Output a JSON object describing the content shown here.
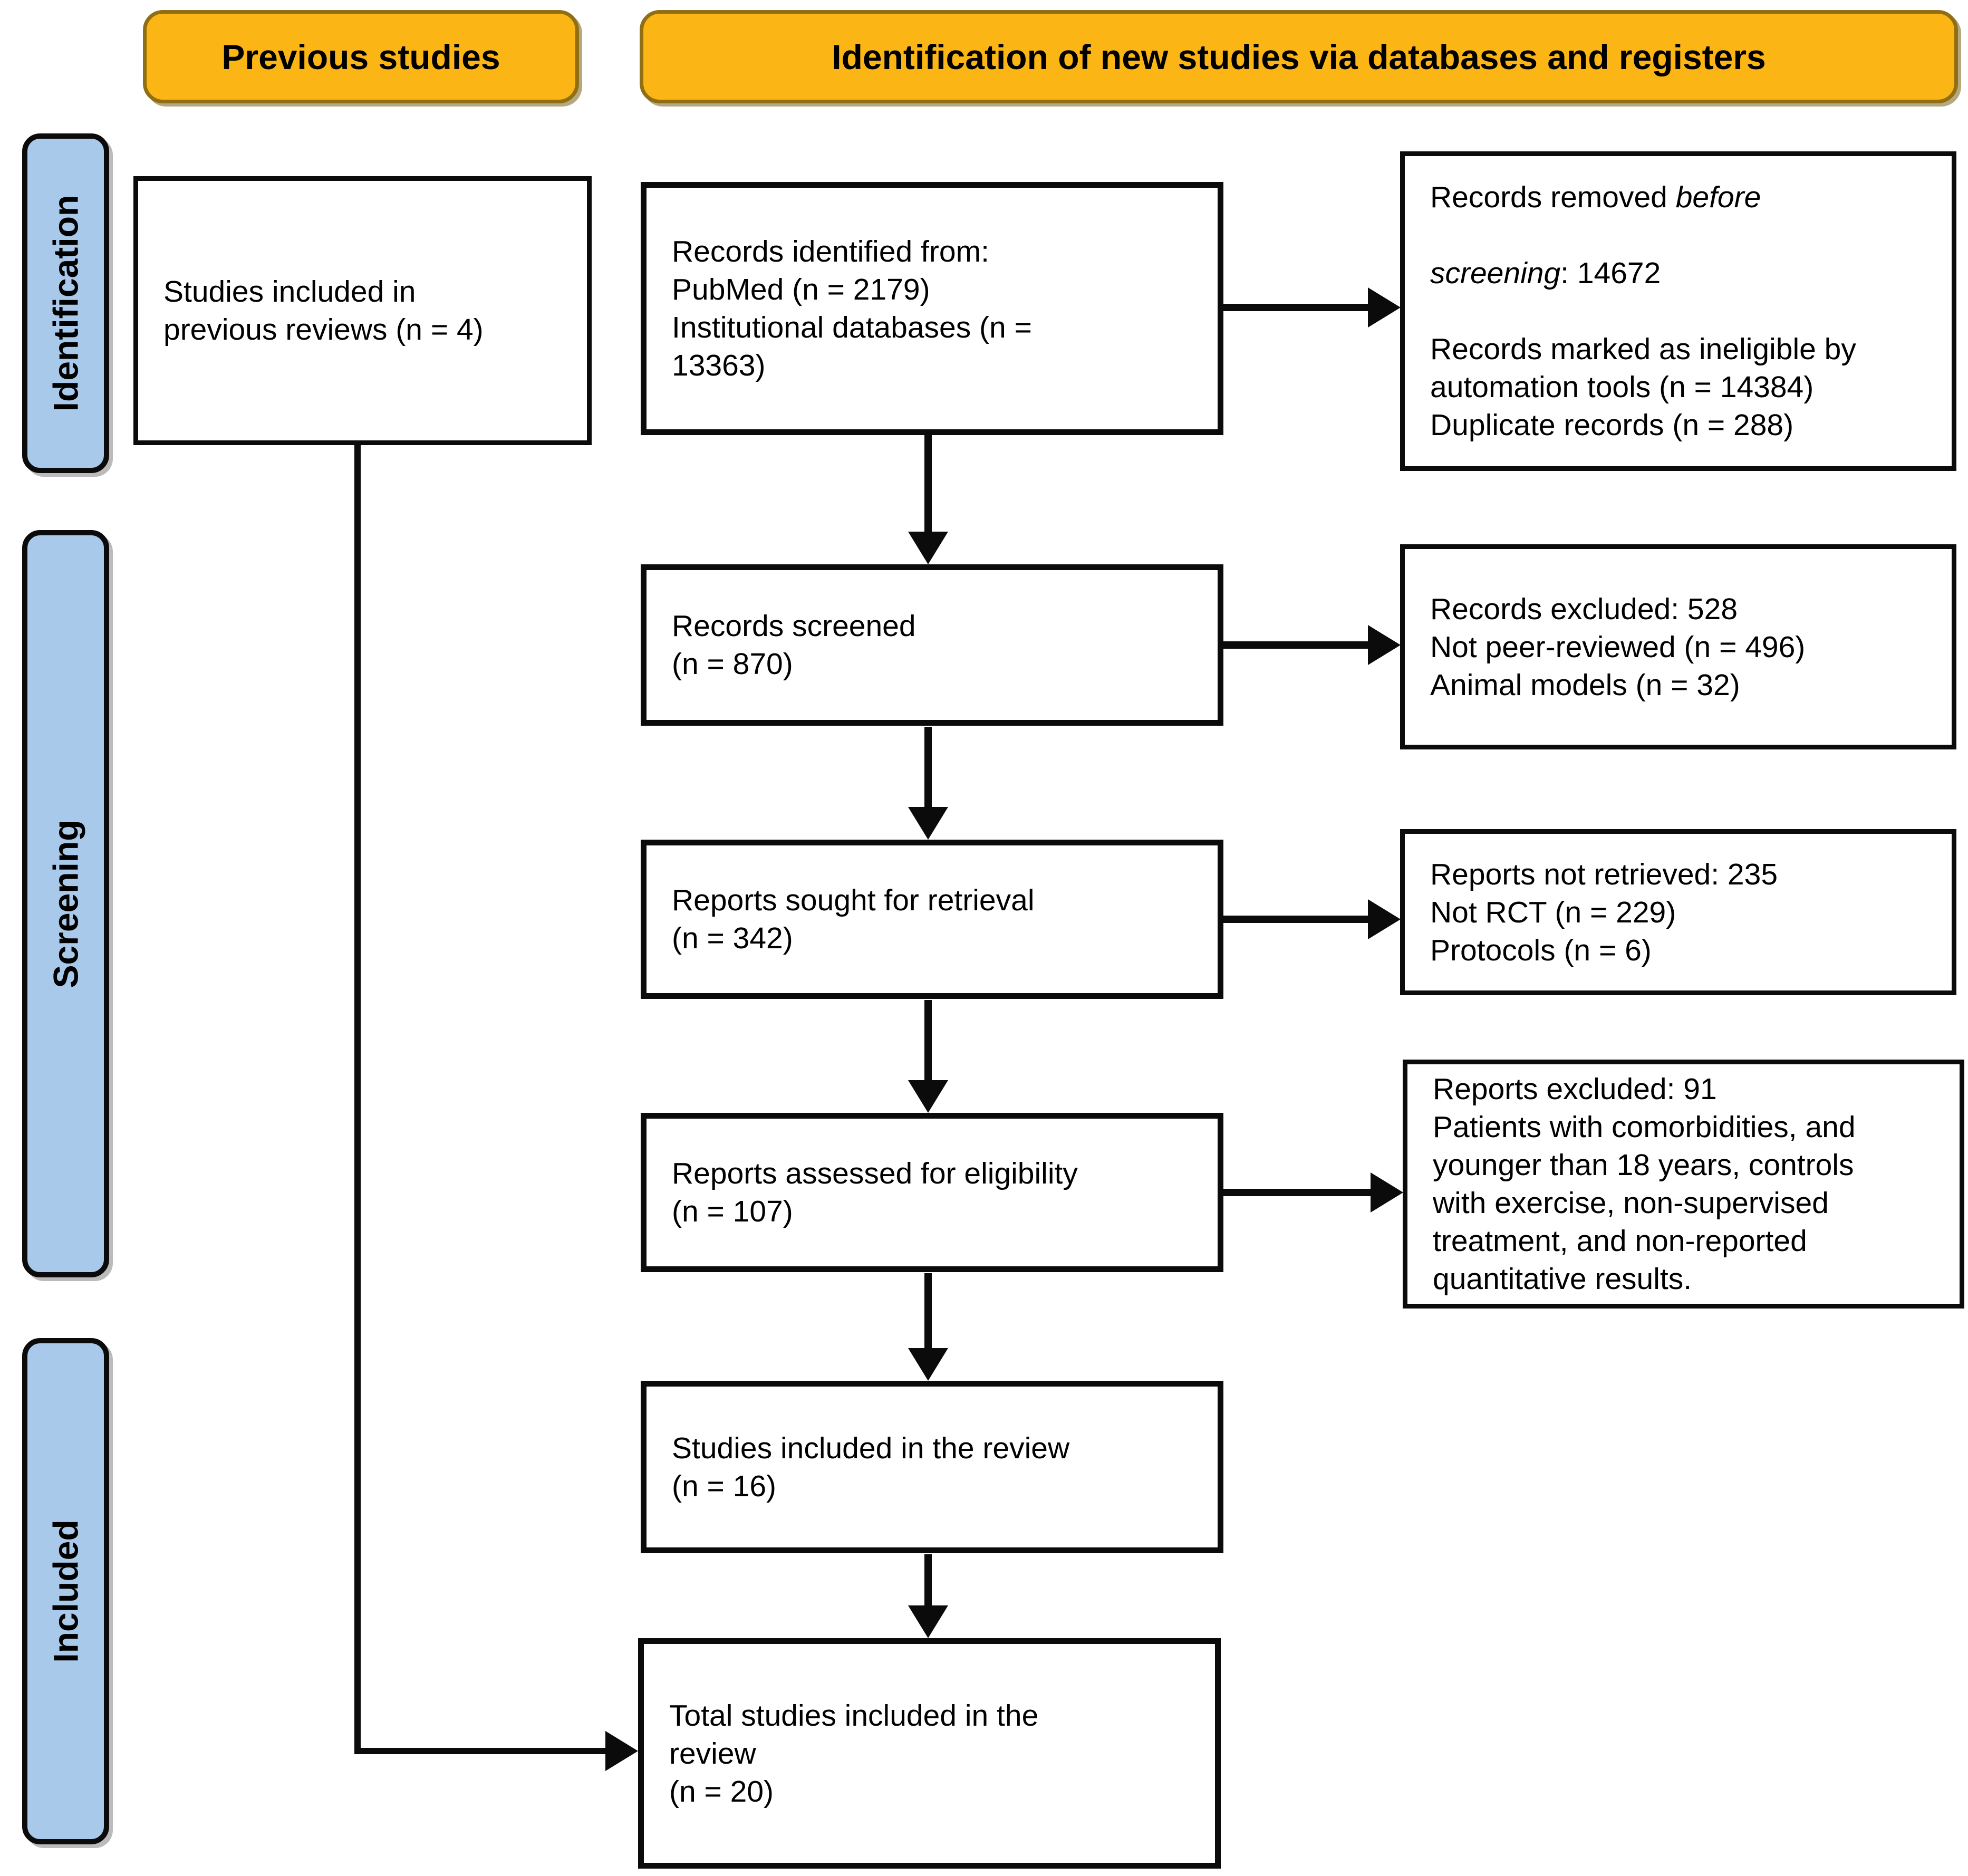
{
  "headers": {
    "previous_studies": "Previous studies",
    "new_studies": "Identification of new studies via databases and registers"
  },
  "sidebar": {
    "identification": "Identification",
    "screening": "Screening",
    "included": "Included"
  },
  "boxes": {
    "previous_reviews": {
      "lines": [
        "Studies included in",
        "previous reviews (n = 4)"
      ]
    },
    "records_identified": {
      "lines": [
        "Records identified from:",
        "PubMed (n = 2179)",
        "Institutional databases (n =",
        "13363)"
      ]
    },
    "records_removed": {
      "line1_regular": "Records removed ",
      "line1_italic": "before",
      "line2_italic": "screening",
      "line2_regular": ": 14672",
      "lines_rest": [
        "Records marked as ineligible by",
        "automation tools (n = 14384)",
        "Duplicate records (n = 288)"
      ]
    },
    "records_screened": {
      "lines": [
        "Records screened",
        "(n = 870)"
      ]
    },
    "records_excluded": {
      "lines": [
        "Records excluded: 528",
        "Not peer-reviewed (n = 496)",
        "Animal models (n = 32)"
      ]
    },
    "reports_sought": {
      "lines": [
        "Reports sought for retrieval",
        "(n = 342)"
      ]
    },
    "reports_not_retrieved": {
      "lines": [
        "Reports not retrieved: 235",
        "Not RCT (n = 229)",
        "Protocols (n = 6)"
      ]
    },
    "reports_assessed": {
      "lines": [
        "Reports assessed for eligibility",
        "(n = 107)"
      ]
    },
    "reports_excluded": {
      "lines": [
        "Reports excluded: 91",
        "Patients with comorbidities, and",
        "younger than 18 years, controls",
        "with exercise, non-supervised",
        "treatment, and non-reported",
        "quantitative results."
      ]
    },
    "studies_included_review": {
      "lines": [
        "Studies included in the review",
        "(n = 16)"
      ]
    },
    "total_studies": {
      "lines": [
        "Total studies included in the",
        "review",
        "(n = 20)"
      ]
    }
  },
  "colors": {
    "header_fill": "#FBB514",
    "header_border": "#8F6E14",
    "stage_fill": "#A9C9EB",
    "line_and_border": "#0b0b0b"
  }
}
